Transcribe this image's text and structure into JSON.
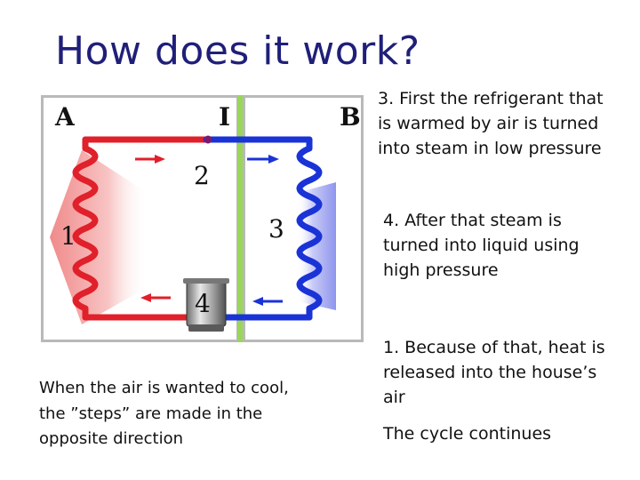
{
  "slide": {
    "title": "How does it work?"
  },
  "diagram": {
    "label_a": "A",
    "label_i": "I",
    "label_b": "B",
    "step1": "1",
    "step2": "2",
    "step3": "3",
    "step4": "4",
    "colors": {
      "warm_pipe": "#e0202a",
      "cool_pipe": "#1a33d6",
      "divider": "#9ad65a",
      "warm_fan": "#f4a0a0",
      "cool_fan": "#9aa0f0"
    }
  },
  "notes": {
    "step3": "3. First the refrigerant that is warmed by air is turned into steam in low pressure",
    "step4": "4. After that steam is turned into liquid using high pressure",
    "step1": "1. Because of that, heat is released into the house’s air",
    "cycle": "The cycle continues",
    "reverse": "When the air is wanted to cool, the ”steps” are made in the opposite direction"
  }
}
